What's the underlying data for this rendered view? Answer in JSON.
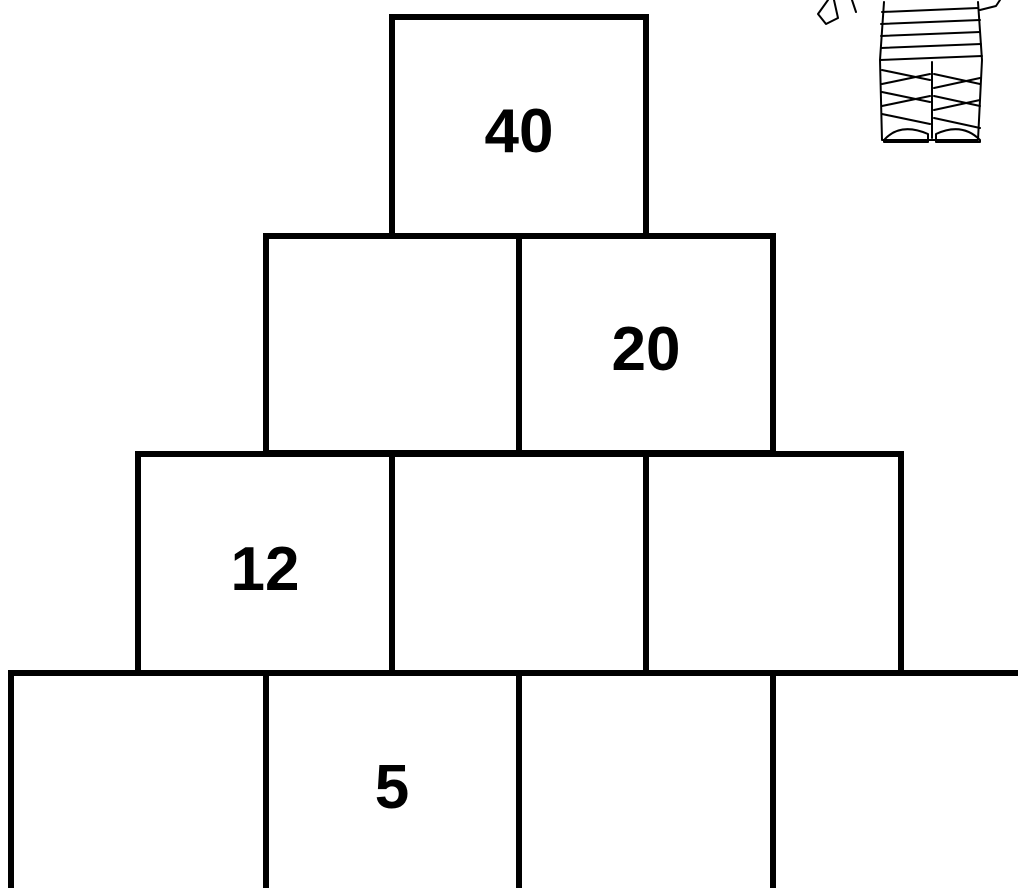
{
  "pyramid": {
    "rows": [
      {
        "cells": [
          "40"
        ]
      },
      {
        "cells": [
          "",
          "20"
        ]
      },
      {
        "cells": [
          "12",
          "",
          ""
        ]
      },
      {
        "cells": [
          "",
          "5",
          "",
          ""
        ]
      }
    ]
  },
  "decoration": {
    "icon": "mummy-icon"
  },
  "colors": {
    "line": "#000000",
    "background": "#ffffff"
  }
}
